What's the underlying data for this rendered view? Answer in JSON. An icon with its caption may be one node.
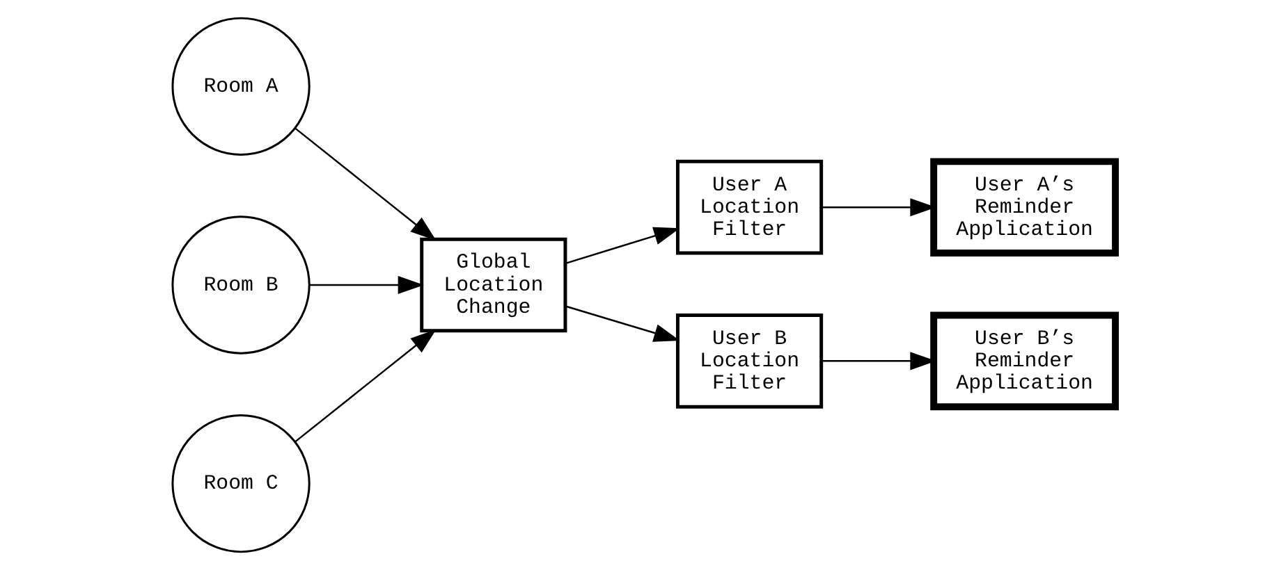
{
  "diagram": {
    "nodes": [
      {
        "text": [
          "Room A"
        ]
      },
      {
        "text": [
          "Room B"
        ]
      },
      {
        "text": [
          "Room C"
        ]
      },
      {
        "text": [
          "Global Location Change"
        ]
      },
      {
        "text": [
          "User A Location Filter"
        ]
      },
      {
        "text": [
          "User B Location Filter"
        ]
      },
      {
        "text": [
          "User A’s Reminder Application"
        ]
      },
      {
        "text": [
          "User B’s Reminder Application"
        ]
      }
    ],
    "edges": [
      {
        "from": 0,
        "to": 3,
        "arrow": "to"
      },
      {
        "from": 1,
        "to": 3,
        "arrow": "to"
      },
      {
        "from": 2,
        "to": 3,
        "arrow": "to"
      },
      {
        "from": 3,
        "to": 4,
        "arrow": "to"
      },
      {
        "from": 3,
        "to": 5,
        "arrow": "to"
      },
      {
        "from": 4,
        "to": 6,
        "arrow": "to"
      },
      {
        "from": 5,
        "to": 7,
        "arrow": "to"
      }
    ]
  }
}
